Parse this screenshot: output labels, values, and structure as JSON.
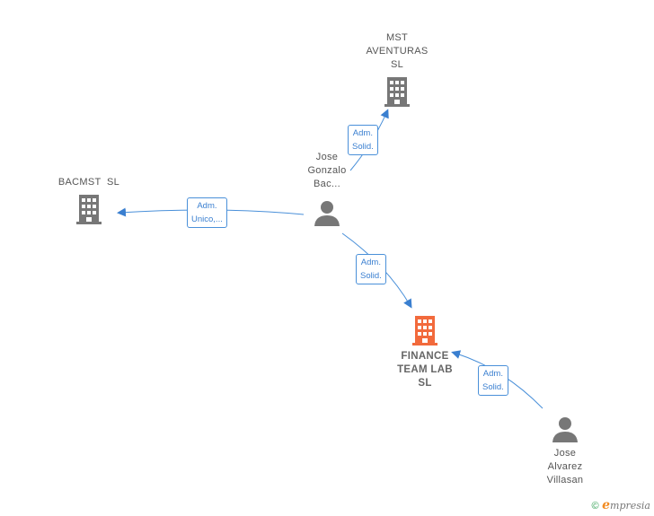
{
  "colors": {
    "company": "#777777",
    "company_main": "#f26a3c",
    "person": "#777777",
    "edge": "#3a7fd0"
  },
  "nodes": {
    "mst": {
      "lines": [
        "MST",
        "AVENTURAS",
        "SL"
      ],
      "icon": "building-icon"
    },
    "bacmst": {
      "lines": [
        "BACMST  SL"
      ],
      "icon": "building-icon"
    },
    "jose_gonzalo": {
      "lines": [
        "Jose",
        "Gonzalo",
        "Bac..."
      ],
      "icon": "person-icon"
    },
    "finance": {
      "lines": [
        "FINANCE",
        "TEAM LAB",
        "SL"
      ],
      "icon": "building-icon"
    },
    "jose_alvarez": {
      "lines": [
        "Jose",
        "Alvarez",
        "Villasan"
      ],
      "icon": "person-icon"
    }
  },
  "edges": {
    "to_mst": [
      "Adm.",
      "Solid."
    ],
    "to_bacmst": [
      "Adm.",
      "Unico,..."
    ],
    "to_finance": [
      "Adm.",
      "Solid."
    ],
    "alvarez_to_finance": [
      "Adm.",
      "Solid."
    ]
  },
  "footer": {
    "copyright": "©",
    "brand_initial": "e",
    "brand_rest": "mpresia"
  }
}
